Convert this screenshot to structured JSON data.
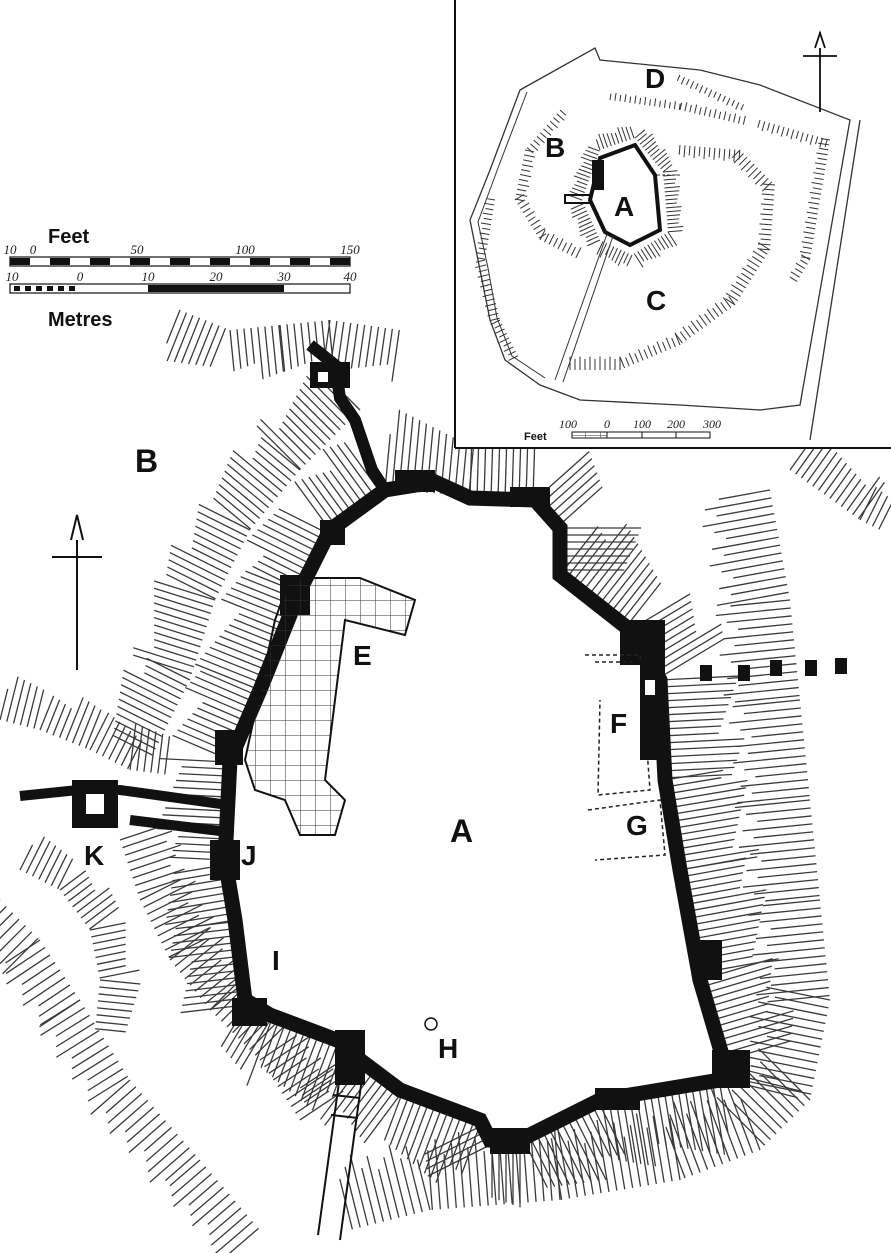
{
  "colors": {
    "ink": "#111111",
    "paper": "#ffffff",
    "hachure": "#3a3a3a"
  },
  "icons": [
    "north-arrow-icon",
    "north-arrow-icon"
  ],
  "main_plan": {
    "labels": {
      "a": "A",
      "b": "B",
      "e": "E",
      "f": "F",
      "g": "G",
      "h": "H",
      "i": "I",
      "j": "J",
      "k": "K"
    }
  },
  "scale_bar": {
    "feet_title": "Feet",
    "feet_ticks": [
      "10",
      "0",
      "50",
      "100",
      "150"
    ],
    "metres_ticks": [
      "10",
      "0",
      "10",
      "20",
      "30",
      "40"
    ],
    "metres_title": "Metres"
  },
  "inset_plan": {
    "labels": {
      "a": "A",
      "b": "B",
      "c": "C",
      "d": "D"
    },
    "scale": {
      "ticks": [
        "100",
        "0",
        "100",
        "200",
        "300"
      ],
      "title": "Feet"
    }
  }
}
